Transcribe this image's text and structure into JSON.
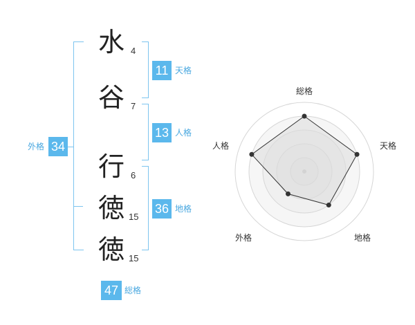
{
  "name_chars": [
    {
      "char": "水",
      "strokes": "4"
    },
    {
      "char": "谷",
      "strokes": "7"
    },
    {
      "char": "行",
      "strokes": "6"
    },
    {
      "char": "徳",
      "strokes": "15"
    },
    {
      "char": "徳",
      "strokes": "15"
    }
  ],
  "fortunes": {
    "tenkaku": {
      "label": "天格",
      "value": "11"
    },
    "jinkaku": {
      "label": "人格",
      "value": "13"
    },
    "chikaku": {
      "label": "地格",
      "value": "36"
    },
    "gaikaku": {
      "label": "外格",
      "value": "34"
    },
    "soukaku": {
      "label": "総格",
      "value": "47"
    }
  },
  "colors": {
    "accent": "#5bb8ec",
    "bracket": "#7cc4ef",
    "radar_fill": "#ececec",
    "radar_line": "#333333"
  },
  "chart_data": {
    "type": "radar",
    "categories": [
      "総格",
      "天格",
      "地格",
      "外格",
      "人格"
    ],
    "values": [
      4,
      4,
      3,
      2,
      4
    ],
    "max": 5
  }
}
